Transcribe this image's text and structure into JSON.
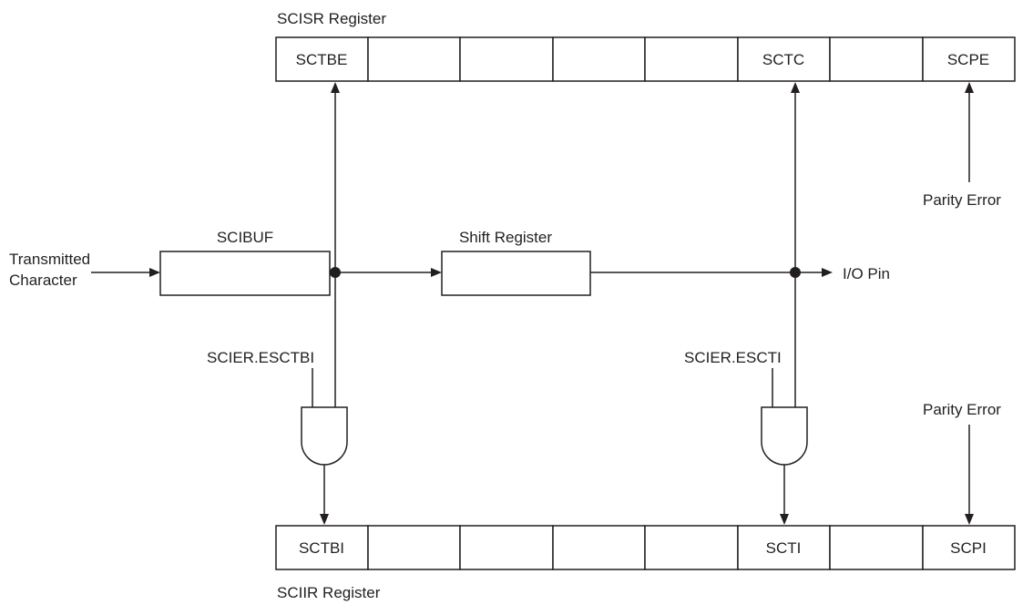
{
  "scisr": {
    "title": "SCISR Register",
    "cells": [
      "SCTBE",
      "",
      "",
      "",
      "",
      "SCTC",
      "",
      "SCPE"
    ]
  },
  "sciir": {
    "title": "SCIIR Register",
    "cells": [
      "SCTBI",
      "",
      "",
      "",
      "",
      "SCTI",
      "",
      "SCPI"
    ]
  },
  "input_label_line1": "Transmitted",
  "input_label_line2": "Character",
  "scibuf_label": "SCIBUF",
  "shift_register_label": "Shift Register",
  "io_pin_label": "I/O Pin",
  "parity_error_top": "Parity Error",
  "parity_error_bottom": "Parity Error",
  "enable_sctbi_label": "SCIER.ESCTBI",
  "enable_scti_label": "SCIER.ESCTI",
  "colors": {
    "stroke": "#231f20",
    "background": "#ffffff"
  }
}
